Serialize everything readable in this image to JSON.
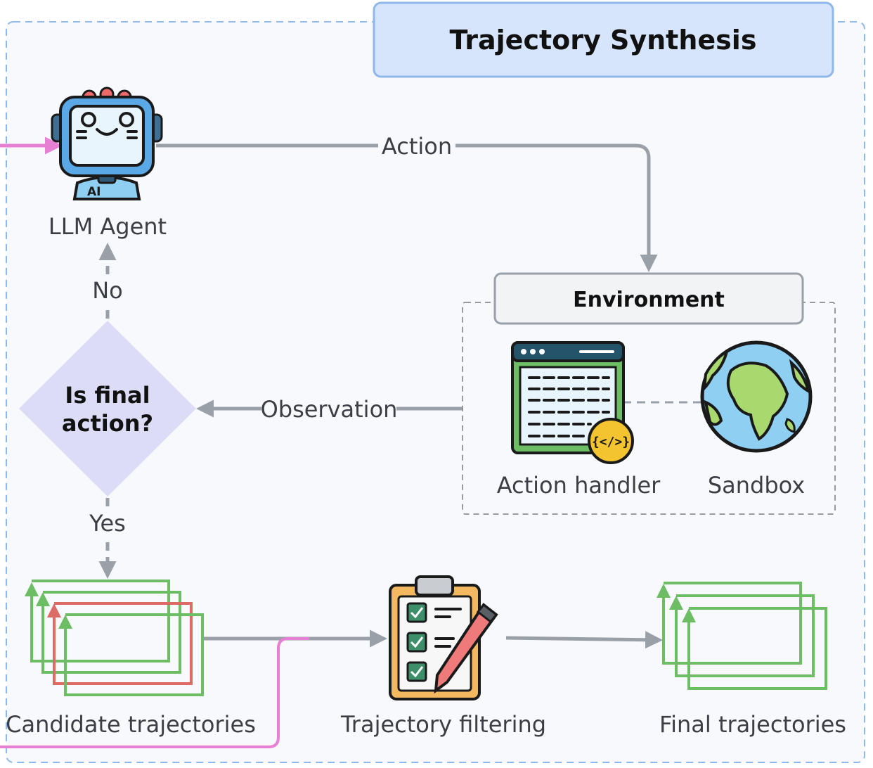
{
  "title": "Trajectory Synthesis",
  "nodes": {
    "agent": "LLM Agent",
    "environment": "Environment",
    "decision_line1": "Is final",
    "decision_line2": "action?",
    "action_handler": "Action handler",
    "sandbox": "Sandbox",
    "candidate": "Candidate trajectories",
    "filtering": "Trajectory filtering",
    "final": "Final trajectories"
  },
  "edges": {
    "action": "Action",
    "observation": "Observation",
    "no": "No",
    "yes": "Yes"
  },
  "icons": {
    "agent": "robot-icon",
    "action_handler": "code-window-icon",
    "sandbox": "globe-icon",
    "filtering": "clipboard-checklist-icon"
  },
  "colors": {
    "frame": "#8fb8ea",
    "frame_fill": "#f8f9fc",
    "title_fill": "#d6e5fb",
    "decision_fill": "#dcdcf7",
    "arrow": "#9aa0a8",
    "input_arrow": "#e77fd3",
    "good_trajectory": "#6cbd63",
    "bad_trajectory": "#dc6b66"
  }
}
